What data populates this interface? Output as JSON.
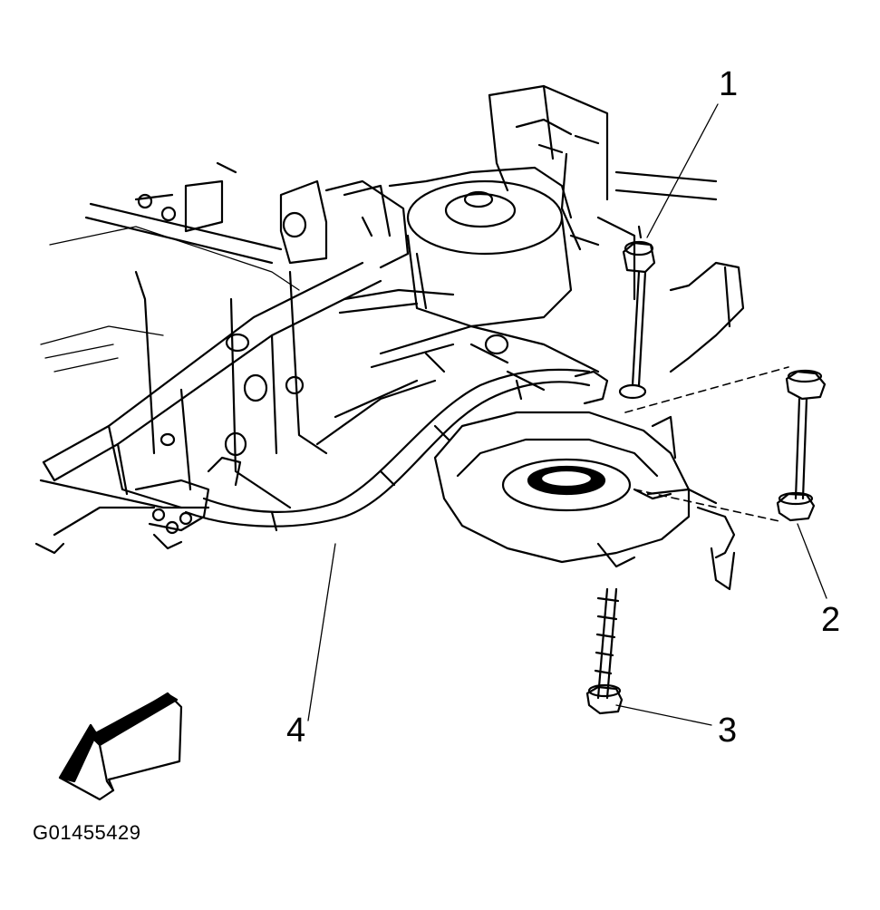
{
  "figure": {
    "id": "G01455429"
  },
  "callouts": [
    {
      "number": "1",
      "part": "stabilizer-link-nut"
    },
    {
      "number": "2",
      "part": "stabilizer-link-bushings"
    },
    {
      "number": "3",
      "part": "stabilizer-link-bolt"
    },
    {
      "number": "4",
      "part": "stabilizer-shaft"
    }
  ],
  "front_arrow": {
    "icon": "front-direction-arrow-icon"
  },
  "colors": {
    "line": "#000000",
    "background": "#ffffff"
  }
}
